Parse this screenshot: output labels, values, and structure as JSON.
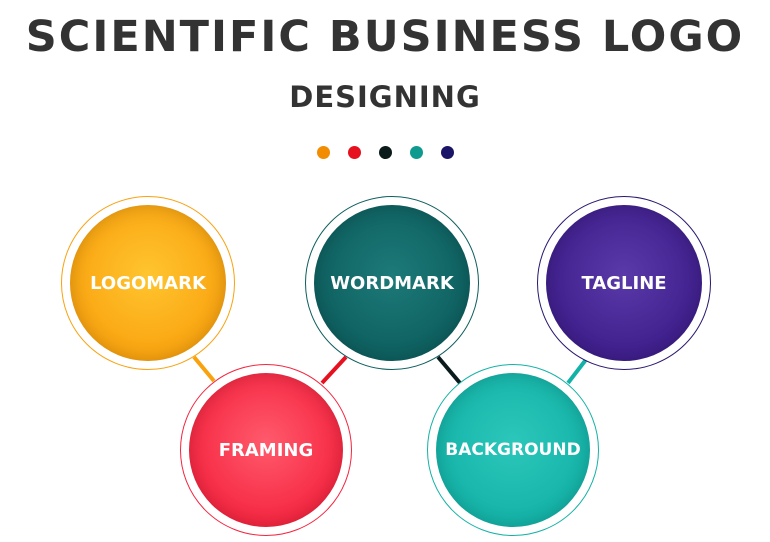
{
  "title": "SCIENTIFIC BUSINESS LOGO",
  "subtitle": "DESIGNING",
  "colors": {
    "orange": "#f9a20e",
    "red": "#f5243f",
    "dark_teal": "#0d5e5e",
    "teal": "#13b2a7",
    "purple": "#3d1d8a",
    "black": "#0b1a1a"
  },
  "dots": [
    {
      "color": "#f28c00"
    },
    {
      "color": "#e6101e"
    },
    {
      "color": "#0b1a1a"
    },
    {
      "color": "#0f9a8f"
    },
    {
      "color": "#1a1566"
    }
  ],
  "nodes": {
    "logomark": {
      "label": "LOGOMARK"
    },
    "wordmark": {
      "label": "WORDMARK"
    },
    "tagline": {
      "label": "TAGLINE"
    },
    "framing": {
      "label": "FRAMING"
    },
    "background": {
      "label": "BACKGROUND"
    }
  }
}
